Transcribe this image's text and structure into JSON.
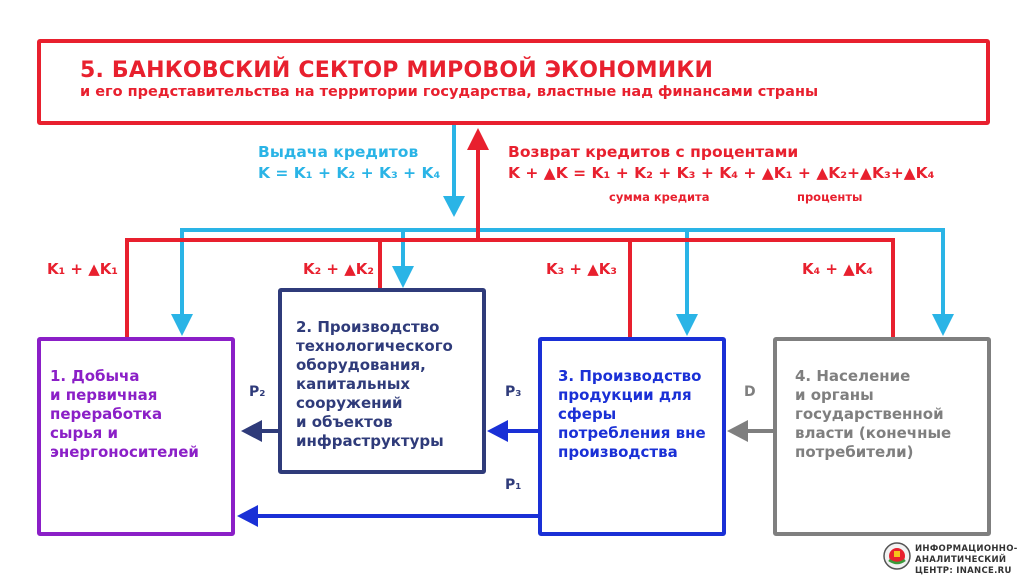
{
  "bank": {
    "title": "5. БАНКОВСКИЙ СЕКТОР МИРОВОЙ ЭКОНОМИКИ",
    "subtitle": "и его представительства на территории государства, властные над финансами страны"
  },
  "credit_issue": {
    "title": "Выдача кредитов",
    "formula": "K = K₁ + K₂ + K₃ + K₄"
  },
  "credit_return": {
    "title": "Возврат кредитов с процентами",
    "formula": "K + ▲K = K₁ + K₂ + K₃ + K₄ + ▲K₁ + ▲K₂+▲K₃+▲K₄",
    "sum_label": "сумма кредита",
    "interest_label": "проценты"
  },
  "repayments": [
    "K₁ + ▲K₁",
    "K₂ + ▲K₂",
    "K₃ + ▲K₃",
    "K₄ + ▲K₄"
  ],
  "nodes": {
    "n1": [
      "1. Добыча",
      "и первичная",
      "переработка",
      "сырья и",
      "энергоносителей"
    ],
    "n2": [
      "2. Производство",
      "технологического",
      "оборудования,",
      "капитальных",
      "сооружений",
      "и объектов",
      "инфраструктуры"
    ],
    "n3": [
      "3. Производство",
      "продукции для",
      "сферы",
      "потребления вне",
      "производства"
    ],
    "n4": [
      "4. Население",
      "и органы",
      "государственной",
      "власти (конечные",
      "потребители)"
    ]
  },
  "flows": {
    "p2": "P₂",
    "p3": "P₃",
    "p1": "P₁",
    "d": "D"
  },
  "logo": {
    "line1": "ИНФОРМАЦИОННО-",
    "line2": "АНАЛИТИЧЕСКИЙ",
    "line3": "ЦЕНТР: INANCE.RU"
  },
  "colors": {
    "red": "#e8202e",
    "cyan": "#2ab4e6",
    "purple": "#8b1fc7",
    "navy": "#2f3b7a",
    "blue": "#1a30d6",
    "gray": "#7f7f7f"
  }
}
